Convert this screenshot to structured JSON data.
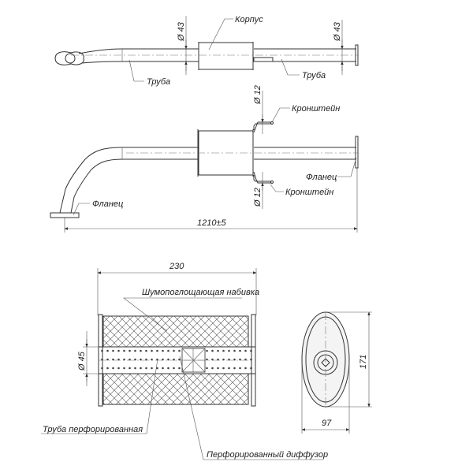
{
  "top_view": {
    "body_label": "Корпус",
    "pipe_left_label": "Труба",
    "pipe_right_label": "Труба",
    "dia_left": "Ø 43",
    "dia_right": "Ø 43"
  },
  "side_view": {
    "bracket_top_label": "Кронштейн",
    "bracket_bottom_label": "Кронштейн",
    "dia_bracket_top": "Ø 12",
    "dia_bracket_bottom": "Ø 12",
    "flange_right_label": "Фланец",
    "flange_left_label": "Фланец",
    "length_dim": "1210±5"
  },
  "section_view": {
    "length_dim": "230",
    "packing_label": "Шумопоглощающая набивка",
    "pipe_dia": "Ø 45",
    "perforated_pipe_label": "Труба  перфорированная",
    "diffuser_label": "Перфорированный диффузор"
  },
  "end_view": {
    "height_dim": "171",
    "width_dim": "97"
  }
}
